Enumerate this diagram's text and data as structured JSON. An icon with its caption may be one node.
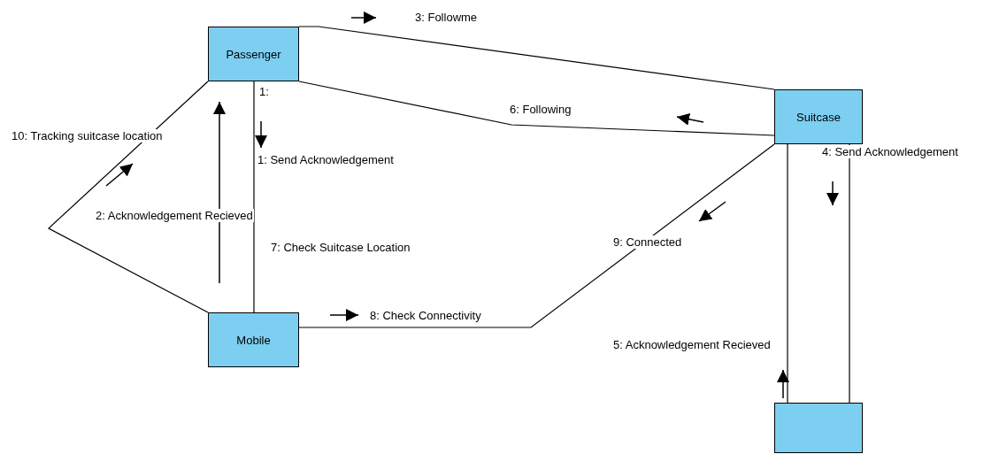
{
  "diagram": {
    "nodes": [
      {
        "text": [
          "Passenger"
        ]
      },
      {
        "text": [
          "Suitcase"
        ]
      },
      {
        "text": [
          "Mobile"
        ]
      },
      {
        "text": [],
        "shape": "box"
      }
    ],
    "edges": [
      {
        "from": 0,
        "to": 1,
        "arrow": "none",
        "label": "3: Followme"
      },
      {
        "from": 0,
        "to": 1,
        "arrow": "none",
        "label": "6: Following"
      },
      {
        "from": 0,
        "to": 2,
        "arrow": "none",
        "label": "10: Tracking suitcase location"
      },
      {
        "from": 0,
        "to": 2,
        "arrow": "none",
        "label": "7: Check Suitcase Location"
      },
      {
        "from": 2,
        "to": 1,
        "arrow": "none",
        "label": "8: Check Connectivity"
      },
      {
        "from": 1,
        "to": 3,
        "arrow": "none",
        "label": "5: Acknowledgement Recieved"
      },
      {
        "from": 1,
        "to": 3,
        "arrow": "none",
        "label": "4: Send Acknowledgement"
      }
    ],
    "labels": [
      "1:",
      "1: Send Acknowledgement",
      "2: Acknowledgement Recieved",
      "9: Connected"
    ]
  }
}
